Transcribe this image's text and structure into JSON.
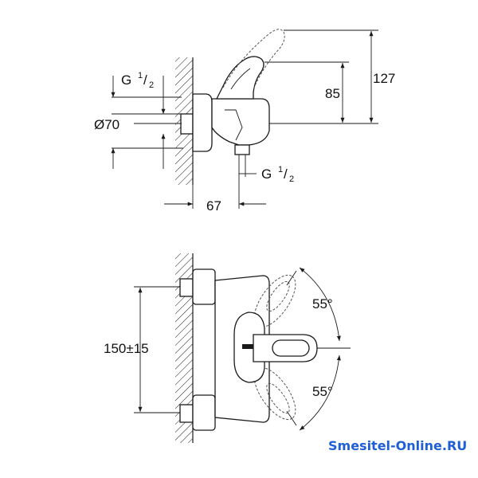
{
  "side_view": {
    "thread_top": {
      "prefix": "G",
      "numerator": "1",
      "denominator": "2"
    },
    "thread_bottom": {
      "prefix": "G",
      "numerator": "1",
      "denominator": "2"
    },
    "diameter": "Ø70",
    "height_outer": "127",
    "height_inner": "85",
    "depth": "67"
  },
  "front_view": {
    "spacing": "150±15",
    "angle_up": "55°",
    "angle_down": "55°"
  },
  "watermark": "Smesitel-Online.RU"
}
